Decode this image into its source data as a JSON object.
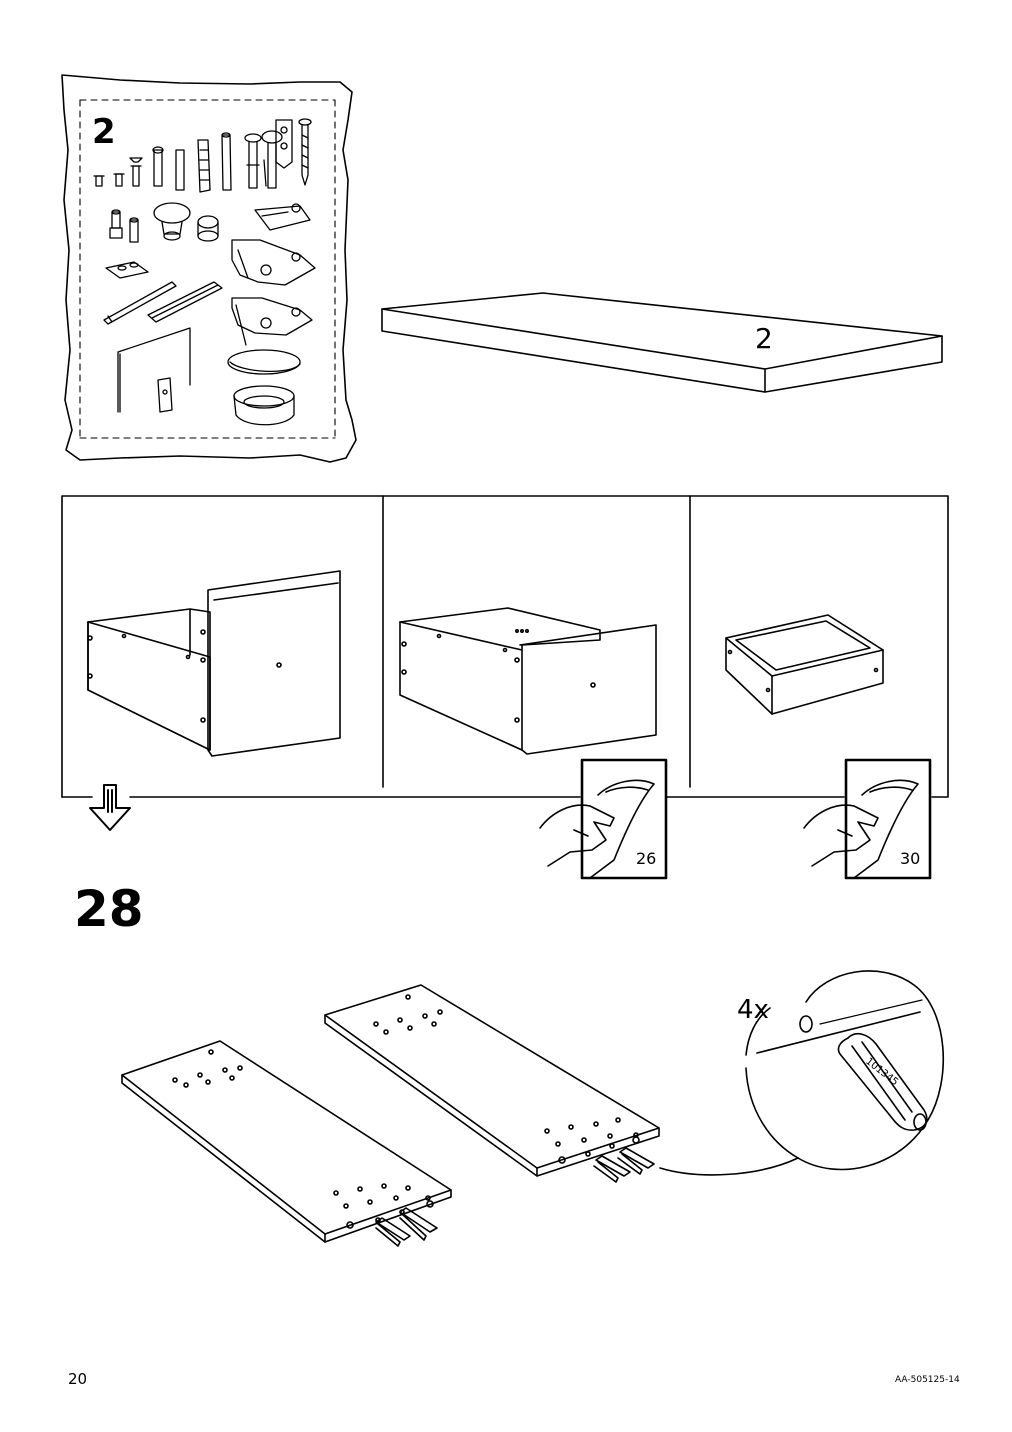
{
  "page": {
    "number": "20",
    "doc_id": "AA-505125-14"
  },
  "parts_bag": {
    "label": "2",
    "icon": "fittings-bag-icon"
  },
  "shelf_board": {
    "label": "2"
  },
  "step": {
    "number": "28",
    "quantity": "4x",
    "part_number": "101345"
  },
  "references": [
    {
      "page": "26",
      "icon": "peel-page-icon"
    },
    {
      "page": "30",
      "icon": "peel-page-icon"
    }
  ]
}
